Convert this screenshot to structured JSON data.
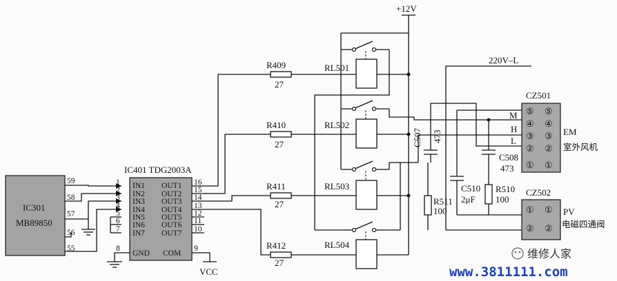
{
  "power": {
    "supply": "+12V",
    "ac_line": "220V–L",
    "vcc": "VCC"
  },
  "ic301": {
    "name": "IC301",
    "part": "MB89850",
    "pins": [
      "59",
      "58",
      "57",
      "56",
      "55"
    ]
  },
  "ic401": {
    "label": "IC401 TDG2003A",
    "inputs": [
      "IN1",
      "IN2",
      "IN3",
      "IN4",
      "IN5",
      "IN6",
      "IN7"
    ],
    "input_pins": [
      "1",
      "2",
      "3",
      "4",
      "5",
      "6",
      "7"
    ],
    "outputs": [
      "OUT1",
      "OUT2",
      "OUT3",
      "OUT4",
      "OUT5",
      "OUT6",
      "OUT7"
    ],
    "output_pins": [
      "16",
      "15",
      "14",
      "13",
      "12",
      "11",
      "10"
    ],
    "gnd": "GND",
    "gnd_pin": "8",
    "com": "COM",
    "com_pin": "9"
  },
  "resistors": [
    {
      "ref": "R409",
      "value": "27"
    },
    {
      "ref": "R410",
      "value": "27"
    },
    {
      "ref": "R411",
      "value": "27"
    },
    {
      "ref": "R412",
      "value": "27"
    },
    {
      "ref": "R511",
      "value": "100"
    },
    {
      "ref": "R510",
      "value": "100"
    }
  ],
  "relays": [
    "RL501",
    "RL502",
    "RL503",
    "RL504"
  ],
  "capacitors": [
    {
      "ref": "C507",
      "value": "473"
    },
    {
      "ref": "C508",
      "value": "473"
    },
    {
      "ref": "C510",
      "value": "2μF"
    }
  ],
  "cz501": {
    "name": "CZ501",
    "pins": [
      "⑤",
      "④",
      "③",
      "②",
      "①"
    ],
    "signals": [
      "M",
      "H",
      "L"
    ],
    "desc_code": "EM",
    "desc": "室外风机"
  },
  "cz502": {
    "name": "CZ502",
    "pins": [
      "①",
      "②"
    ],
    "desc_code": "PV",
    "desc": "电磁四通阀"
  },
  "watermark": {
    "brand": "维修人家",
    "url": "www.3811111.com"
  },
  "colors": {
    "connector_fill": "#a8a8a8",
    "url_color": "#1b3fbf"
  }
}
